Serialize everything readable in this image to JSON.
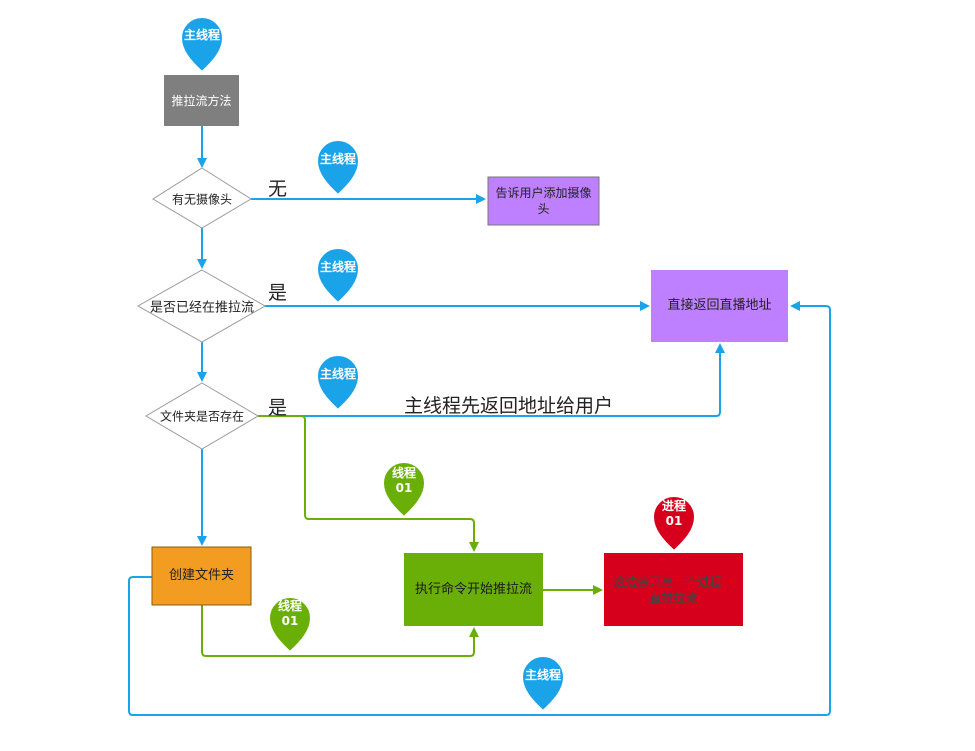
{
  "colors": {
    "blue": "#1aa3e8",
    "green": "#6aaf08",
    "red": "#d6001c",
    "gray_box": "#7f7f7f",
    "purple_box": "#bf80ff",
    "orange_box": "#f29d21",
    "green_box": "#6aaf08",
    "red_box": "#d6001c"
  },
  "nodes": {
    "start": "推拉流方法",
    "has_camera": "有无摄像头",
    "tell_user": "告诉用户添加摄像头",
    "already_pushing": "是否已经在推拉流",
    "return_addr": "直接返回直播地址",
    "folder_exists": "文件夹是否存在",
    "create_folder": "创建文件夹",
    "exec_cmd": "执行命令开始推拉流",
    "new_process": "这边会开启一个进程一直推拉流"
  },
  "edge_labels": {
    "none": "无",
    "yes_1": "是",
    "yes_2": "是",
    "main_return": "主线程先返回地址给用户"
  },
  "pins": {
    "main_thread": "主线程",
    "thread_01_line1": "线程",
    "thread_01_line2": "01",
    "process_01_line1": "进程",
    "process_01_line2": "01"
  },
  "icons": [
    "map-pin-icon"
  ]
}
